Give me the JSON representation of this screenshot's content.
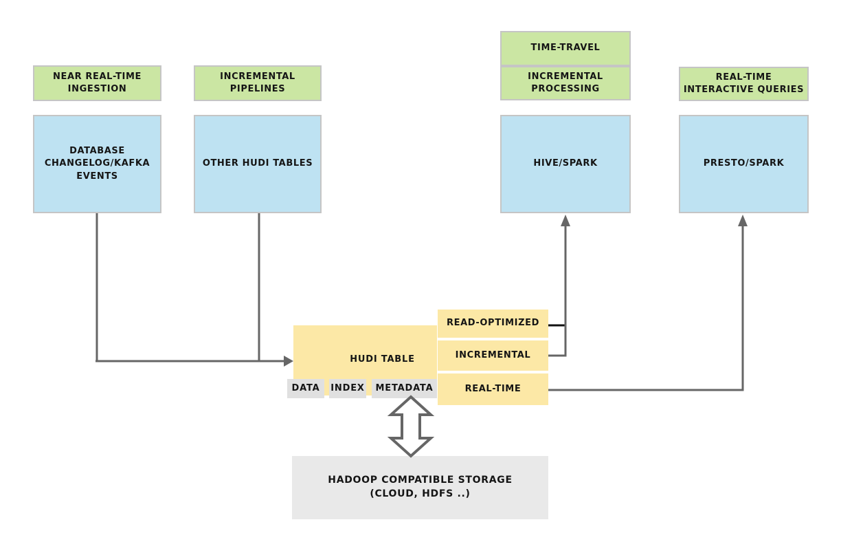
{
  "diagram": {
    "title_hint": "Apache Hudi architecture overview",
    "labels": {
      "near_real_time_ingestion": "NEAR REAL-TIME\nINGESTION",
      "incremental_pipelines": "INCREMENTAL\nPIPELINES",
      "database_changelog": "DATABASE\nCHANGELOG/KAFKA\nEVENTS",
      "other_hudi_tables": "OTHER HUDI TABLES",
      "time_travel": "TIME-TRAVEL",
      "incremental_processing": "INCREMENTAL\nPROCESSING",
      "real_time_interactive_queries": "REAL-TIME\nINTERACTIVE QUERIES",
      "hive_spark": "HIVE/SPARK",
      "presto_spark": "PRESTO/SPARK",
      "hudi_table": "HUDI TABLE",
      "chip_data": "DATA",
      "chip_index": "INDEX",
      "chip_metadata": "METADATA",
      "view_read_optimized": "READ-OPTIMIZED",
      "view_incremental": "INCREMENTAL",
      "view_real_time": "REAL-TIME",
      "storage": "HADOOP COMPATIBLE STORAGE\n(CLOUD, HDFS ..)"
    },
    "colors": {
      "green": "#cbe6a3",
      "blue": "#bee2f2",
      "yellow": "#fce8a6",
      "chip_gray": "#e0e0e0",
      "storage_gray": "#e9e9e9",
      "box_border": "#c5c5c5",
      "connector_gray": "#666666",
      "connector_black": "#111111"
    }
  }
}
